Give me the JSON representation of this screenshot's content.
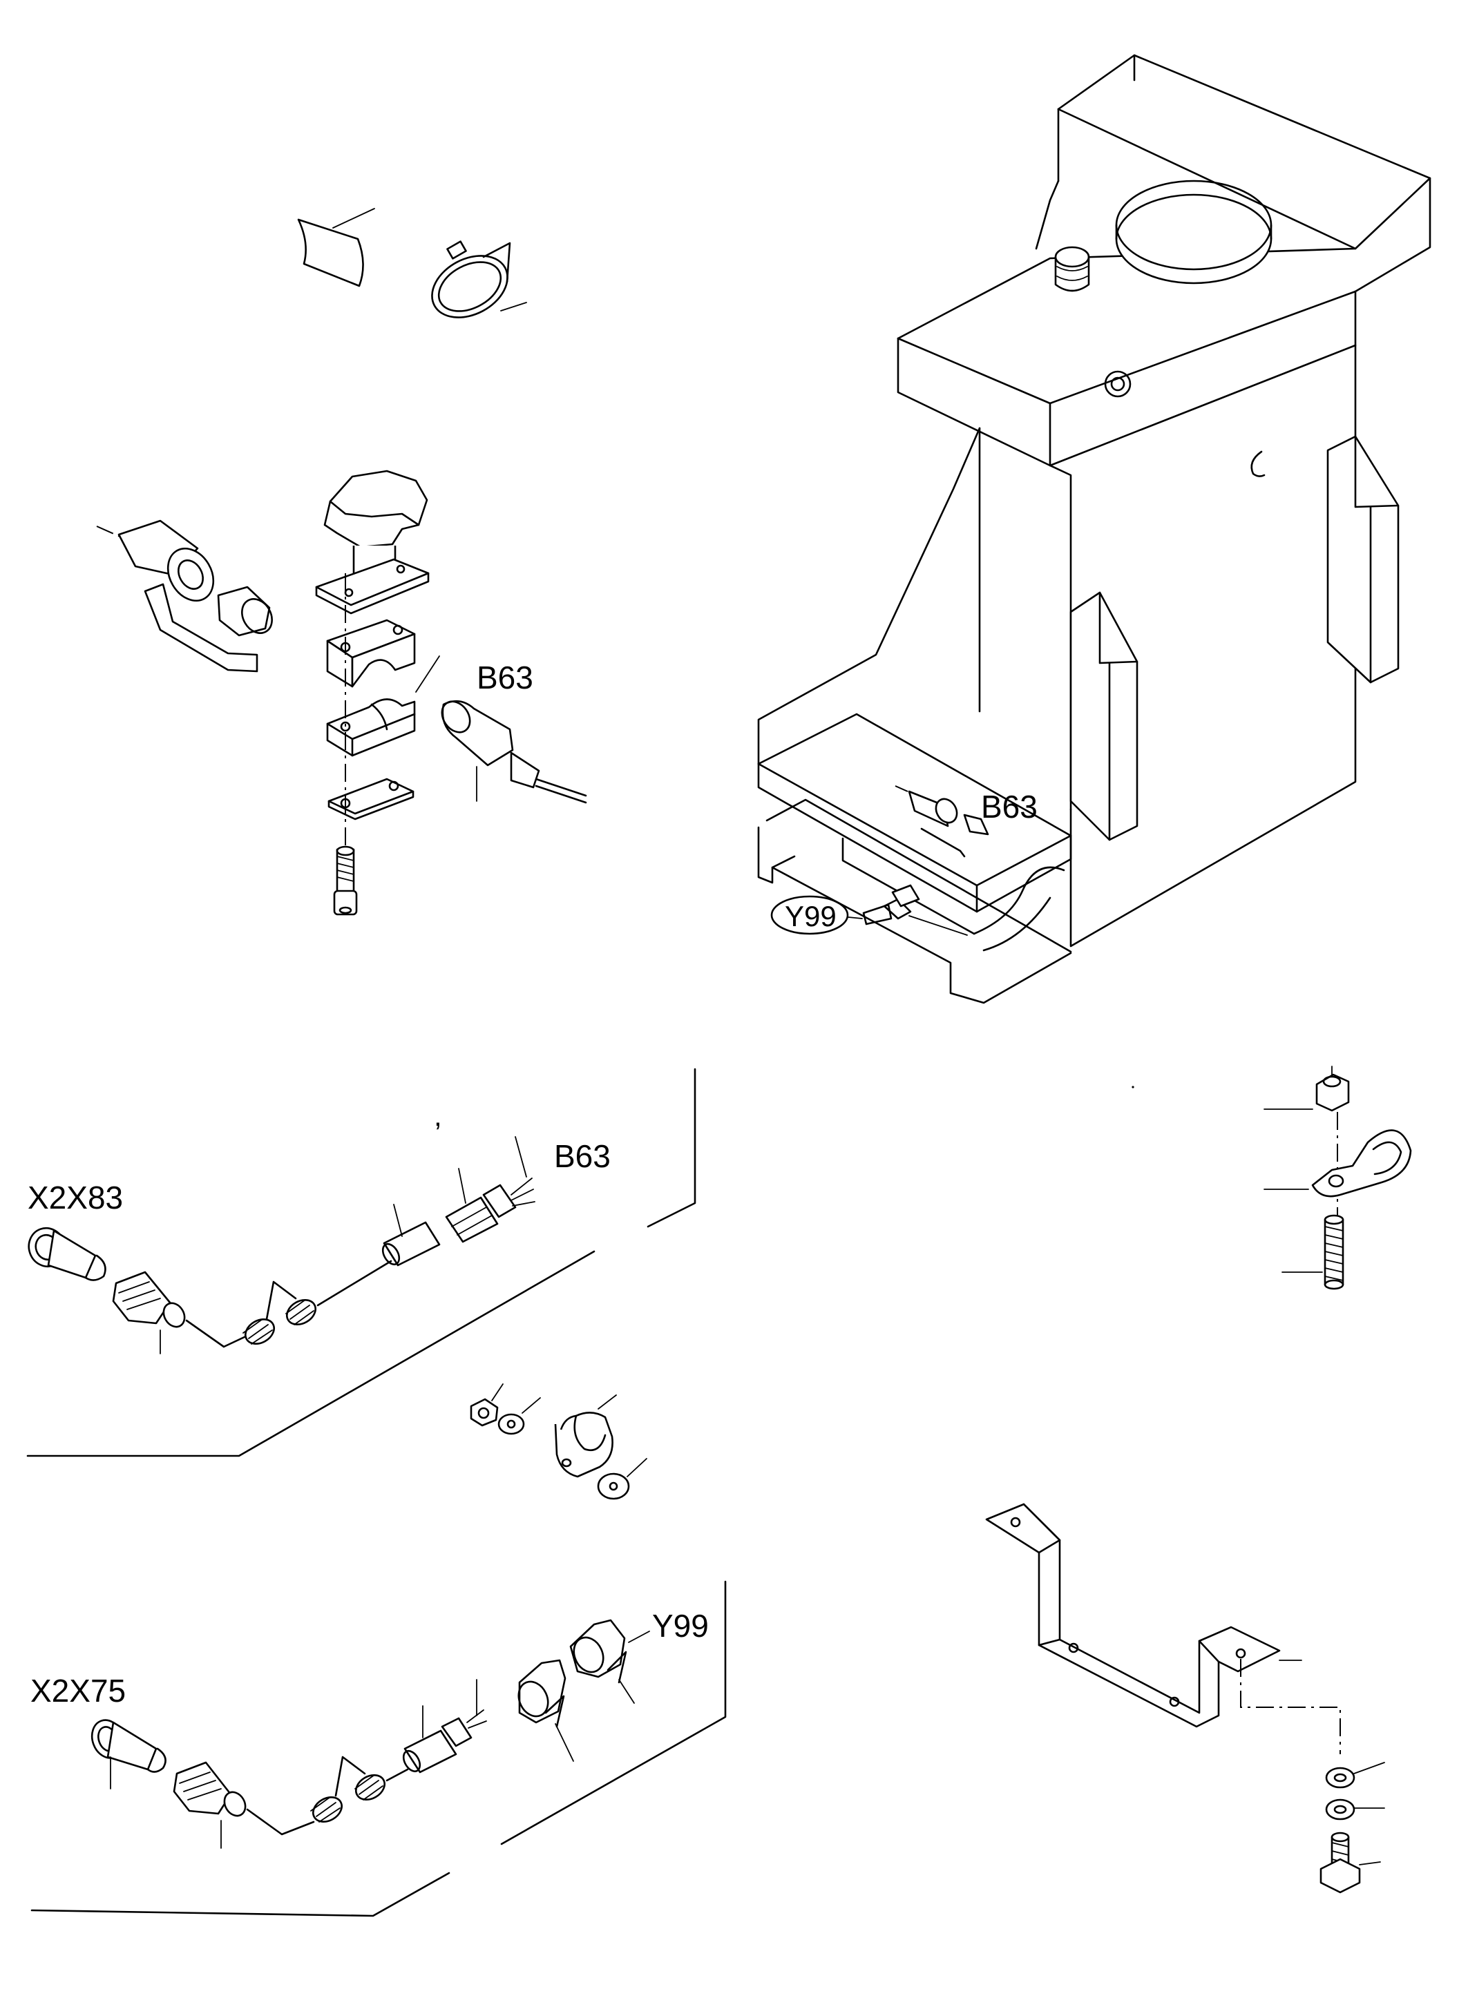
{
  "labels": {
    "b63_top": "B63",
    "b63_machine": "B63",
    "y99_machine": "Y99",
    "x2x83": "X2X83",
    "b63_harness": "B63",
    "x2x75": "X2X75",
    "y99_harness": "Y99"
  }
}
